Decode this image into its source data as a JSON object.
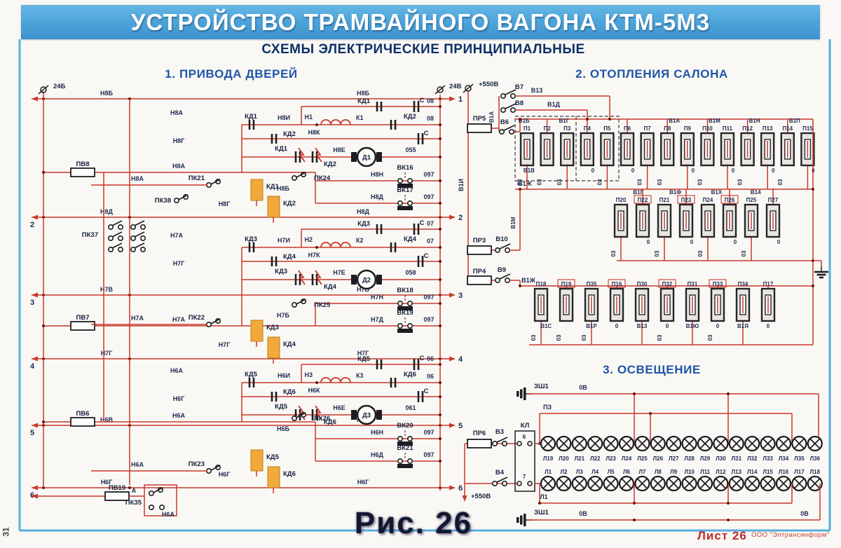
{
  "banner": {
    "title": "УСТРОЙСТВО ТРАМВАЙНОГО ВАГОНА КТМ-5М3"
  },
  "subtitle": "СХЕМЫ ЭЛЕКТРИЧЕСКИЕ ПРИНЦИПИАЛЬНЫЕ",
  "figure_caption": "Рис. 26",
  "footer": {
    "sheet": "Лист 26",
    "publisher": "ООО \"Элтрансинформ\"",
    "margin_page": "31"
  },
  "section1": {
    "heading": "1. ПРИВОДА ДВЕРЕЙ",
    "terminal_left": "24Б",
    "terminal_right": "24В",
    "rows": [
      {
        "left_num": "",
        "right_num": "1",
        "wire": "Н8Б"
      },
      {
        "left_num": "2",
        "right_num": "2",
        "wire": "Н8Д"
      },
      {
        "left_num": "3",
        "right_num": "3",
        "wire": "Н7В"
      },
      {
        "left_num": "4",
        "right_num": "4",
        "wire": "Н7Г"
      },
      {
        "left_num": "5",
        "right_num": "5",
        "wire": "Н6В"
      },
      {
        "left_num": "6",
        "right_num": "6",
        "wire": "Н6Г"
      }
    ],
    "blocks": [
      {
        "kd_a": "КД1",
        "kd_b": "КД2",
        "node": "Н1",
        "k": "К1",
        "cap": "С",
        "bus_top": "08",
        "bus_mid": "08",
        "wire_r2": "Н8И",
        "wire_r3": "Н8К",
        "wire_r4": "Н8Е",
        "motor": "Д1",
        "motor_out": "055",
        "vk": [
          {
            "name": "ВК16",
            "wire": "Н8Н",
            "out": "097"
          },
          {
            "name": "ВК17",
            "wire": "Н8Д",
            "out": "097"
          }
        ],
        "fuse": "ПВ8",
        "pk_a": "ПК21",
        "pk_b": "ПК38",
        "pk_c": "ПК24",
        "aux": [
          "Н8А",
          "Н8А",
          "Н8А",
          "Н8Г",
          "Н8Г",
          "Н8Б"
        ]
      },
      {
        "kd_a": "КД3",
        "kd_b": "КД4",
        "node": "Н2",
        "k": "К2",
        "cap": "С",
        "bus_top": "07",
        "bus_mid": "07",
        "wire_r2": "Н7И",
        "wire_r3": "Н7К",
        "wire_r4": "Н7Е",
        "motor": "Д2",
        "motor_out": "058",
        "vk": [
          {
            "name": "ВК18",
            "wire": "Н7Н",
            "out": "097"
          },
          {
            "name": "ВК19",
            "wire": "Н7Д",
            "out": "097"
          }
        ],
        "fuse": "ПВ7",
        "pk_a": "ПК22",
        "pk_b": "",
        "pk_c": "ПК25",
        "aux": [
          "Н7А",
          "Н7А",
          "Н7А",
          "Н7Г",
          "Н7Г",
          "Н7Б"
        ]
      },
      {
        "kd_a": "КД5",
        "kd_b": "КД6",
        "node": "Н3",
        "k": "К3",
        "cap": "С",
        "bus_top": "06",
        "bus_mid": "06",
        "wire_r2": "Н6И",
        "wire_r3": "Н6К",
        "wire_r4": "Н6Е",
        "motor": "Д3",
        "motor_out": "061",
        "vk": [
          {
            "name": "ВК20",
            "wire": "Н6Н",
            "out": "097"
          },
          {
            "name": "ВК21",
            "wire": "Н6Д",
            "out": "097"
          }
        ],
        "fuse": "ПВ6",
        "pk_a": "ПК23",
        "pk_b": "",
        "pk_c": "ПК26",
        "aux": [
          "Н6А",
          "Н6А",
          "Н6А",
          "Н6Г",
          "Н6Г",
          "Н6Б"
        ]
      }
    ],
    "pk37": "ПК37",
    "pk35": "ПК35",
    "pk35_wire": "Н6А",
    "pv19": "ПВ19",
    "pv19_wire": "А"
  },
  "section2": {
    "heading": "2. ОТОПЛЕНИЯ САЛОНА",
    "feed": "+550В",
    "fuse_pr5": "ПР5",
    "fuse_pr3": "ПР3",
    "fuse_pr4": "ПР4",
    "sw_v7": "В7",
    "sw_v8": "В8",
    "sw_v6": "В6",
    "sw_v10": "В10",
    "sw_v9": "В9",
    "wire_v13": "В13",
    "wire_v1d": "В1Д",
    "wire_v1a": "В1А",
    "wire_v1i": "В1И",
    "wire_v1m": "В1М",
    "wire_v1zh": "В1Ж",
    "rows": [
      {
        "names": [
          "П1",
          "П2",
          "П3",
          "П4",
          "П5",
          "П6",
          "П7",
          "П8",
          "П9",
          "П10",
          "П11",
          "П12",
          "П13",
          "П14",
          "П15"
        ],
        "boxed": [],
        "top_labels": [
          {
            "t": "В1Б",
            "i": -0.15
          },
          {
            "t": "В1Г",
            "i": 1.85
          },
          {
            "t": "В1А",
            "i": 7.35
          },
          {
            "t": "В1М",
            "i": 9.35
          },
          {
            "t": "В1Н",
            "i": 11.35
          },
          {
            "t": "В1П",
            "i": 13.35
          }
        ],
        "bottom_labels": [
          {
            "t": "В1В",
            "i": 0.1
          }
        ],
        "zeros": [
          3,
          5,
          8,
          10,
          12,
          14
        ],
        "o3": [
          0,
          1,
          2,
          4,
          6,
          7,
          9,
          11,
          13
        ]
      },
      {
        "names": [
          "П20",
          "П22",
          "П21",
          "П23",
          "П24",
          "П26",
          "П25",
          "П27"
        ],
        "boxed": [
          1,
          3,
          5
        ],
        "top_labels": [
          {
            "t": "В1Г",
            "i": 0.8
          },
          {
            "t": "В1Ф",
            "i": 2.5
          },
          {
            "t": "В1Х",
            "i": 4.4
          },
          {
            "t": "В14",
            "i": 6.2
          }
        ],
        "bottom_labels": [],
        "zeros": [
          1,
          3,
          5,
          7
        ],
        "o3": [
          0,
          2,
          4,
          6
        ]
      },
      {
        "names": [
          "П18",
          "П19",
          "П35",
          "П16",
          "П30",
          "П32",
          "П31",
          "П33",
          "П34",
          "П17"
        ],
        "boxed": [
          1,
          3,
          5,
          7
        ],
        "top_labels": [],
        "bottom_labels": [
          {
            "t": "В1С",
            "i": 0.2
          },
          {
            "t": "В1Р",
            "i": 2
          },
          {
            "t": "0",
            "i": 3
          },
          {
            "t": "В13",
            "i": 4
          },
          {
            "t": "0",
            "i": 5
          },
          {
            "t": "В1Ю",
            "i": 6
          },
          {
            "t": "0",
            "i": 7
          },
          {
            "t": "В1Я",
            "i": 8
          },
          {
            "t": "0",
            "i": 9
          }
        ],
        "zeros": [],
        "o3": [
          0,
          1,
          2,
          5,
          7
        ]
      }
    ]
  },
  "section3": {
    "heading": "3. ОСВЕЩЕНИЕ",
    "ground_label": "ЗШ1",
    "zero_wire": "0В",
    "pz_wire": "ПЗ",
    "l1_wire": "Л1",
    "feed": "+550В",
    "fuse": "ПР6",
    "sw_v3": "В3",
    "sw_v4": "В4",
    "box": "КЛ",
    "contact_top": "6",
    "contact_bottom": "7",
    "lamps_top": [
      "Л19",
      "Л20",
      "Л21",
      "Л22",
      "Л23",
      "Л24",
      "Л25",
      "Л26",
      "Л27",
      "Л28",
      "Л29",
      "Л30",
      "Л31",
      "Л32",
      "Л33",
      "Л34",
      "Л35",
      "Л36"
    ],
    "lamps_bottom": [
      "Л1",
      "Л2",
      "Л3",
      "Л4",
      "Л5",
      "Л6",
      "Л7",
      "Л8",
      "Л9",
      "Л10",
      "Л11",
      "Л12",
      "Л13",
      "Л14",
      "Л15",
      "Л16",
      "Л17",
      "Л18"
    ]
  }
}
